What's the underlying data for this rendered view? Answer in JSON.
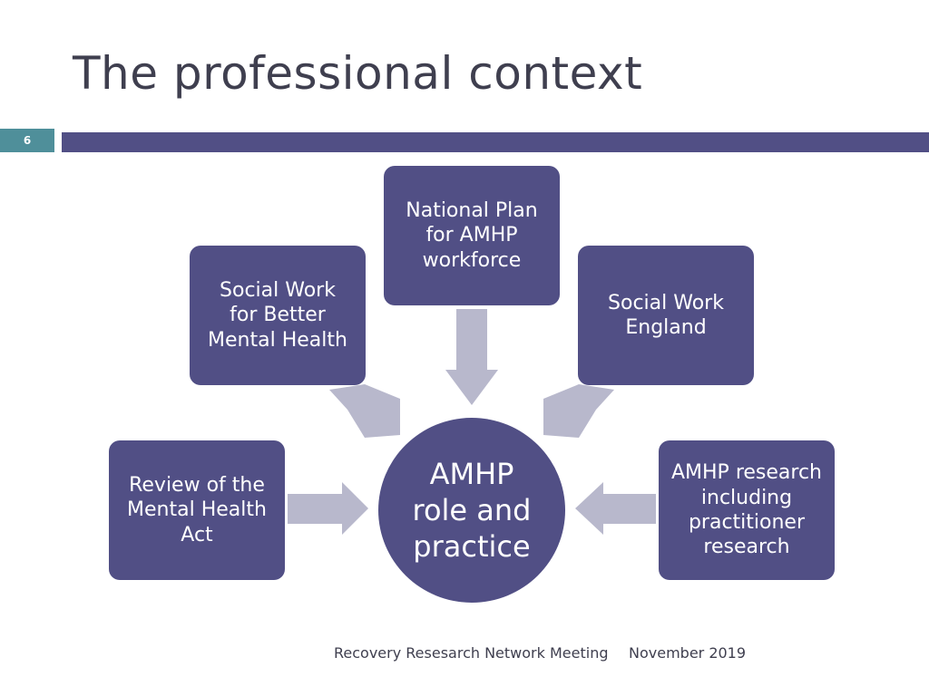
{
  "slide": {
    "title": "The professional context",
    "number": "6"
  },
  "diagram": {
    "center": [
      "AMHP",
      "role and",
      "practice"
    ],
    "nodes": {
      "national_plan": [
        "National Plan",
        "for AMHP",
        "workforce"
      ],
      "social_work_better": [
        "Social Work",
        "for Better",
        "Mental Health"
      ],
      "social_work_england": [
        "Social Work",
        "England"
      ],
      "review_mha": [
        "Review of the",
        "Mental Health",
        "Act"
      ],
      "amhp_research": [
        "AMHP research",
        "including",
        "practitioner",
        "research"
      ]
    }
  },
  "footer": {
    "meeting": "Recovery Resesarch Network Meeting",
    "date": "November 2019"
  },
  "colors": {
    "node": "#514f85",
    "arrow": "#b8b8cc",
    "slide_number_bg": "#4f8f9a",
    "title": "#3f3f4f"
  }
}
